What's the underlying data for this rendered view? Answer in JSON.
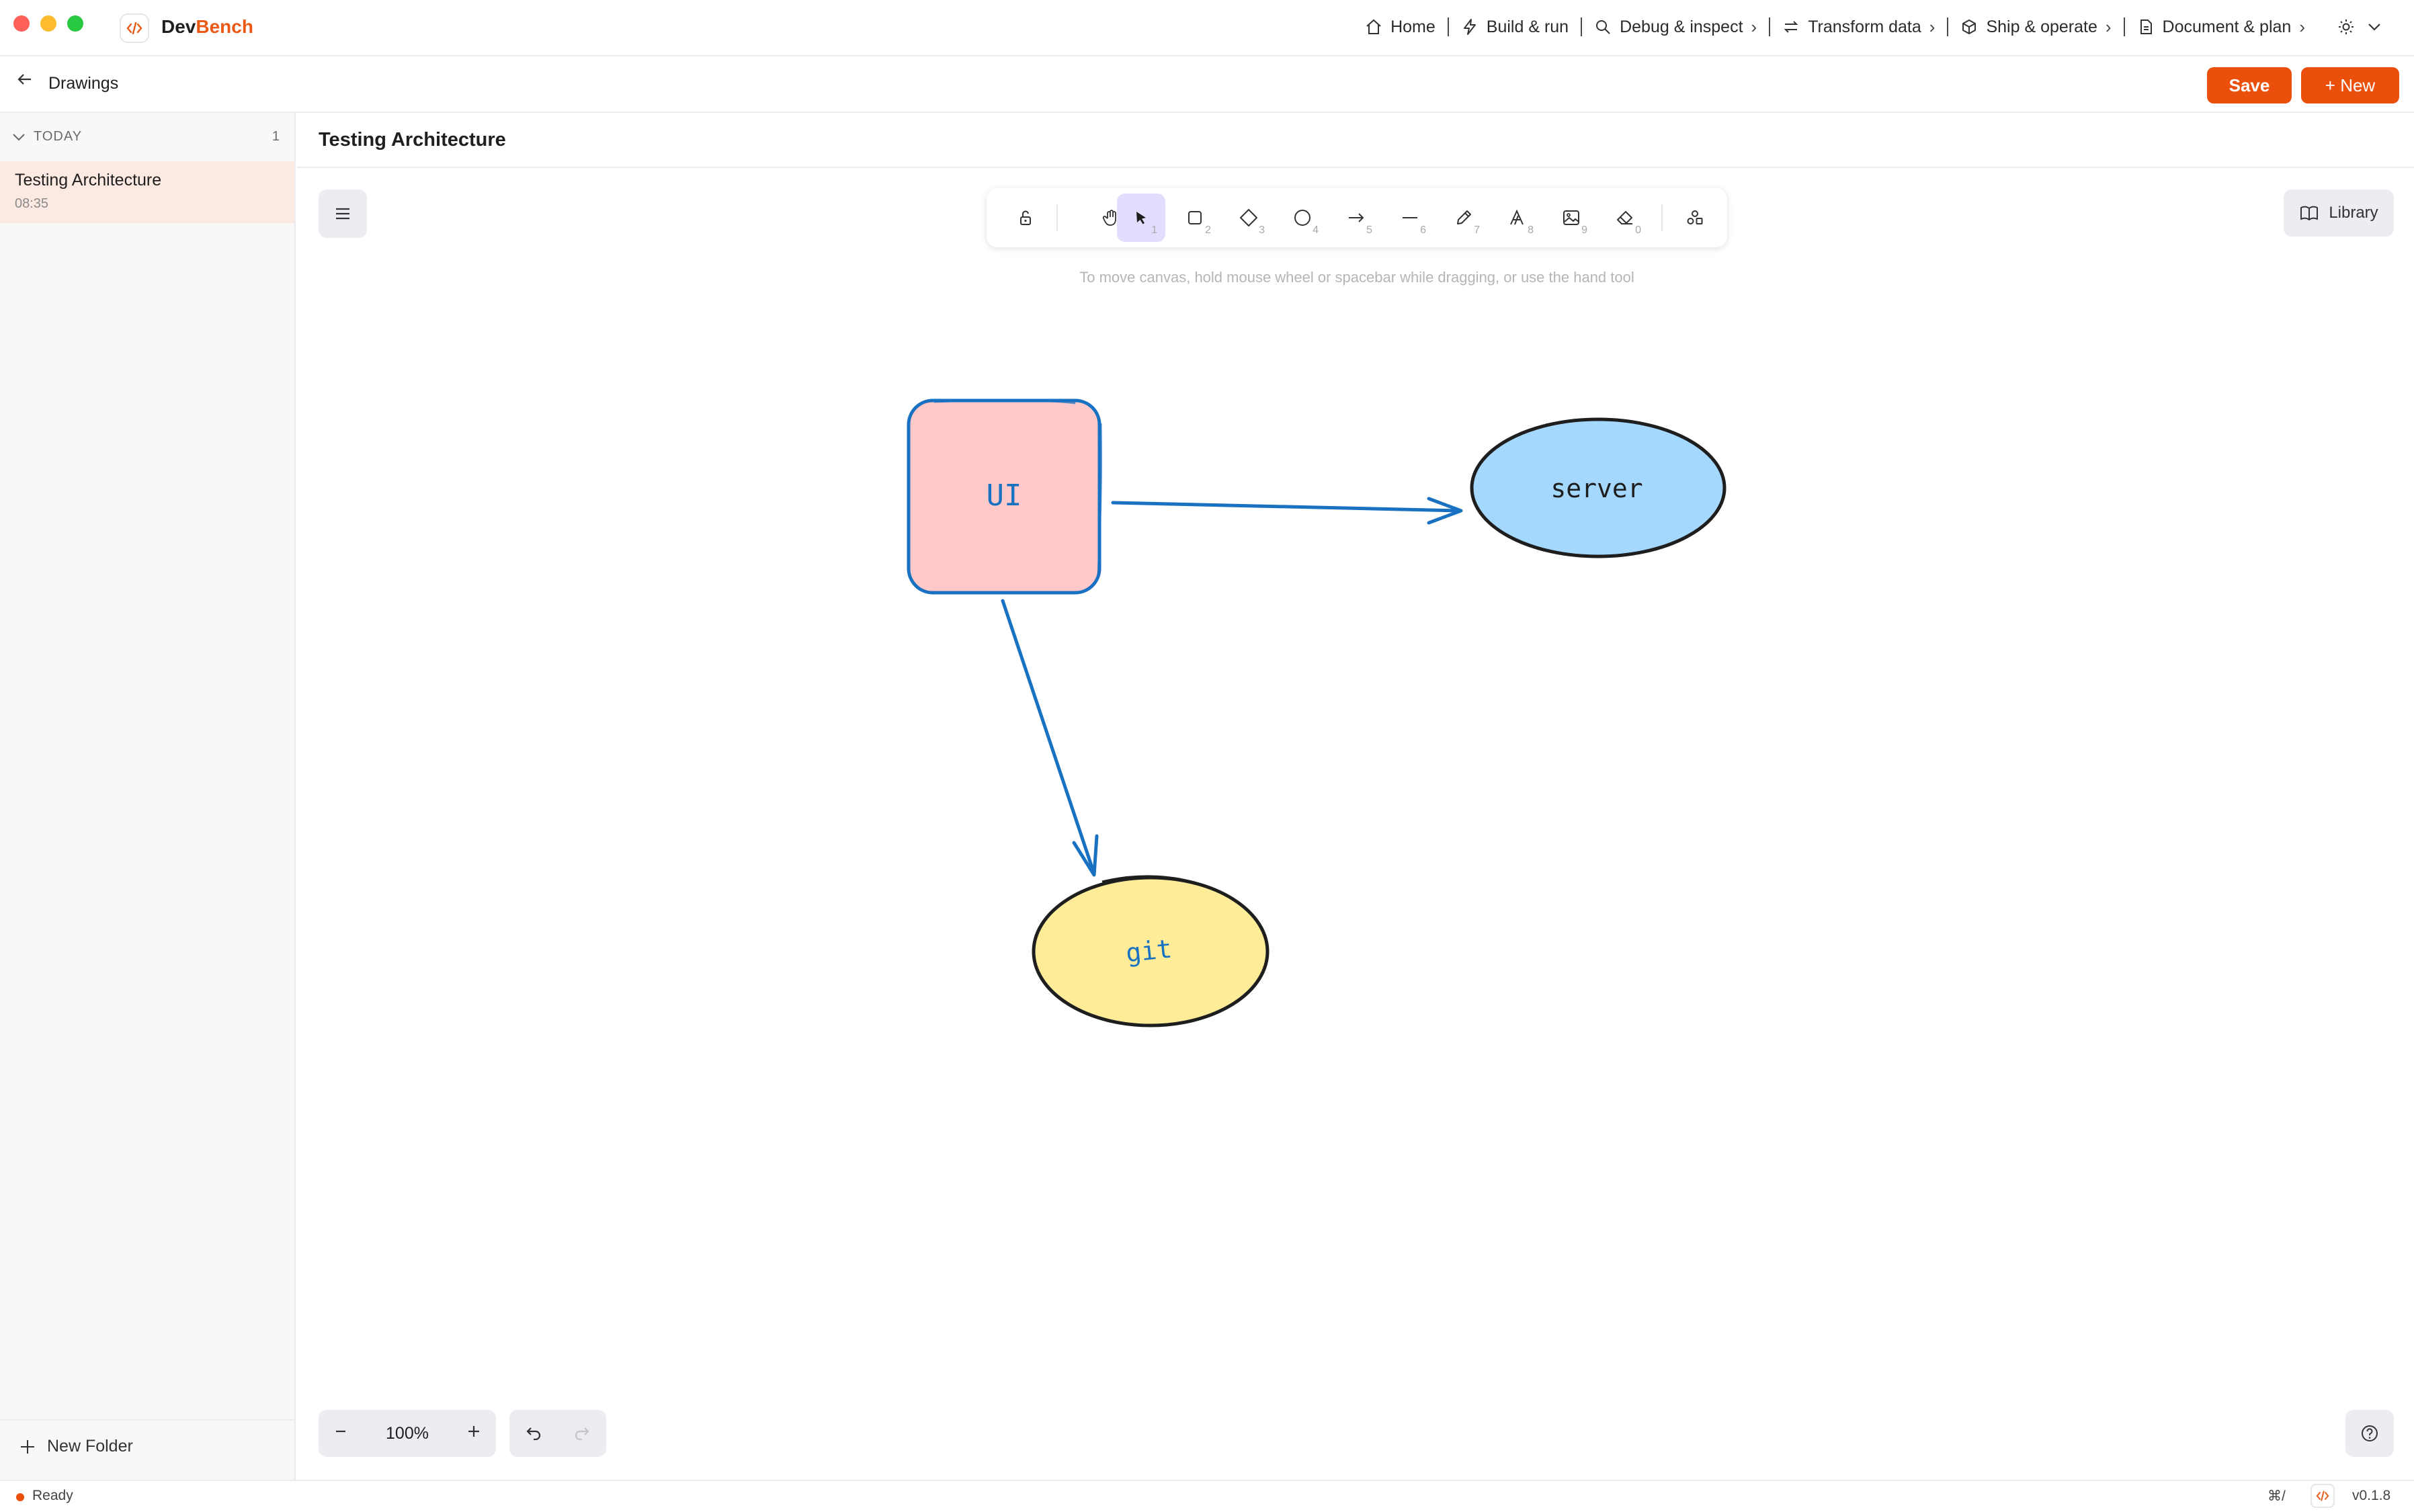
{
  "app": {
    "name_part1": "Dev",
    "name_part2": "Bench",
    "brand_color": "#ea5a16"
  },
  "topnav": [
    {
      "label": "Home",
      "icon": "home-icon"
    },
    {
      "label": "Build & run",
      "icon": "bolt-icon"
    },
    {
      "label": "Debug & inspect",
      "icon": "search-icon"
    },
    {
      "label": "Transform data",
      "icon": "swap-icon"
    },
    {
      "label": "Ship & operate",
      "icon": "box-icon"
    },
    {
      "label": "Document & plan",
      "icon": "document-icon"
    }
  ],
  "subheader": {
    "back_label": "Drawings",
    "save_label": "Save",
    "new_label": "+ New"
  },
  "sidebar": {
    "group_label": "TODAY",
    "group_count": "1",
    "items": [
      {
        "title": "Testing Architecture",
        "time": "08:35"
      }
    ],
    "new_folder_label": "New Folder"
  },
  "document": {
    "title": "Testing Architecture"
  },
  "toolbar": {
    "tools": [
      {
        "name": "lock",
        "icon": "unlock-icon",
        "num": ""
      },
      {
        "name": "hand",
        "icon": "hand-icon",
        "num": ""
      },
      {
        "name": "select",
        "icon": "cursor-icon",
        "num": "1",
        "active": true
      },
      {
        "name": "rectangle",
        "icon": "square-icon",
        "num": "2"
      },
      {
        "name": "diamond",
        "icon": "diamond-icon",
        "num": "3"
      },
      {
        "name": "ellipse",
        "icon": "circle-icon",
        "num": "4"
      },
      {
        "name": "arrow",
        "icon": "arrow-icon",
        "num": "5"
      },
      {
        "name": "line",
        "icon": "line-icon",
        "num": "6"
      },
      {
        "name": "draw",
        "icon": "pencil-icon",
        "num": "7"
      },
      {
        "name": "text",
        "icon": "text-icon",
        "num": "8"
      },
      {
        "name": "image",
        "icon": "image-icon",
        "num": "9"
      },
      {
        "name": "eraser",
        "icon": "eraser-icon",
        "num": "0"
      },
      {
        "name": "extra",
        "icon": "shapes-icon",
        "num": ""
      }
    ],
    "hint": "To move canvas, hold mouse wheel or spacebar while dragging, or use the hand tool",
    "library_label": "Library"
  },
  "canvas": {
    "shapes": [
      {
        "name": "ui-box",
        "label": "UI",
        "fill": "#ffc9c9",
        "stroke": "#1971c2"
      },
      {
        "name": "server-ellipse",
        "label": "server",
        "fill": "#a5d8ff",
        "stroke": "#1e1e1e"
      },
      {
        "name": "git-ellipse",
        "label": "git",
        "fill": "#ffec99",
        "stroke": "#1e1e1e"
      }
    ],
    "arrows": [
      {
        "from": "UI",
        "to": "server",
        "color": "#1971c2"
      },
      {
        "from": "UI",
        "to": "git",
        "color": "#1971c2"
      }
    ]
  },
  "zoom": {
    "level": "100%"
  },
  "status": {
    "text": "Ready",
    "shortcut": "⌘/",
    "version": "v0.1.8"
  }
}
